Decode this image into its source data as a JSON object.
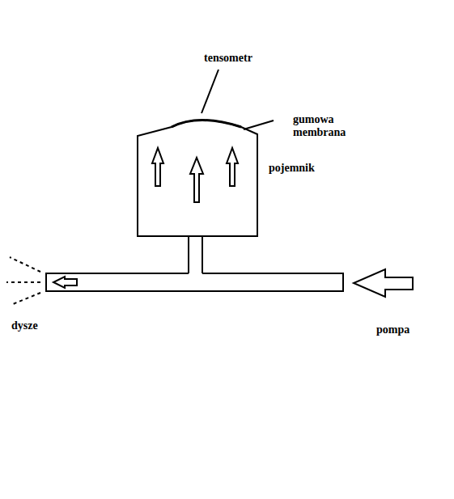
{
  "diagram": {
    "labels": [
      "tensometr",
      "gumowa membrana",
      "pojemnik",
      "dysze",
      "pompa"
    ]
  }
}
